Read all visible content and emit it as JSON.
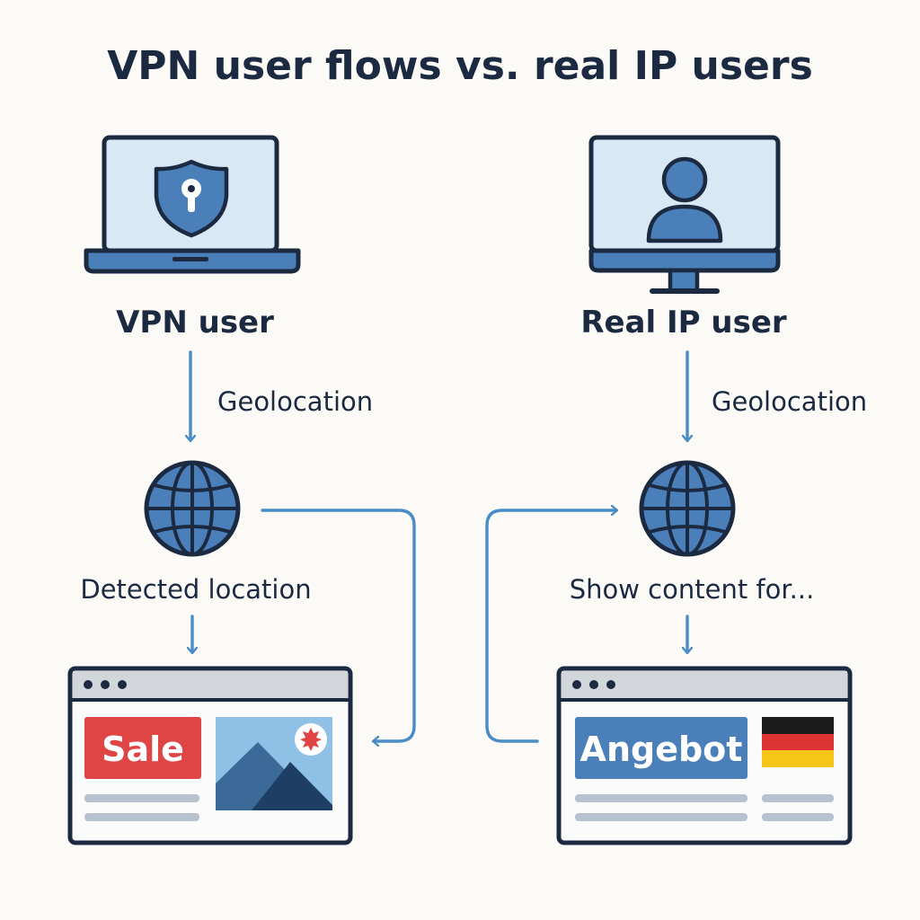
{
  "title": "VPN user flows vs. real IP users",
  "colors": {
    "outline": "#1b2a41",
    "accent_blue": "#4a7fb9",
    "light_blue": "#d9e8f5",
    "sale_red": "#e04545",
    "arrow_blue": "#4a8cc7",
    "text_line_gray": "#b8c2cf",
    "window_bar_gray": "#d3d6da"
  },
  "left_flow": {
    "device_icon": "laptop-shield-icon",
    "user_label": "VPN user",
    "step_label": "Geolocation",
    "globe_icon": "globe-icon",
    "result_label": "Detected location",
    "page": {
      "badge_text": "Sale",
      "image_icon": "mountain-image-icon",
      "flag_icon": "maple-leaf-flag-icon"
    }
  },
  "right_flow": {
    "device_icon": "monitor-user-icon",
    "user_label": "Real IP user",
    "step_label": "Geolocation",
    "globe_icon": "globe-icon",
    "result_label": "Show content for...",
    "page": {
      "badge_text": "Angebot",
      "flag_icon": "germany-flag-icon"
    }
  }
}
